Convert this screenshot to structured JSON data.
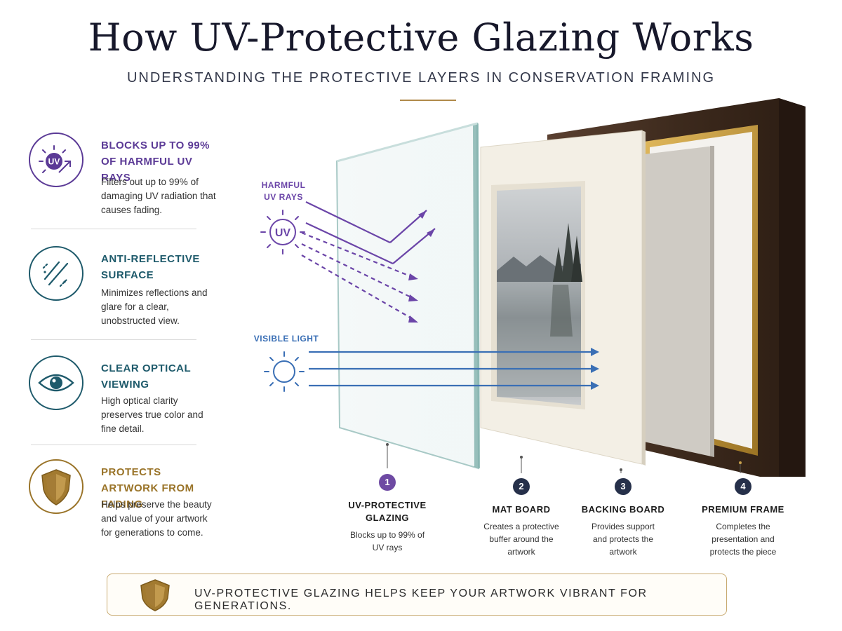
{
  "header": {
    "title": "How UV-Protective Glazing Works",
    "subtitle": "UNDERSTANDING THE PROTECTIVE LAYERS IN CONSERVATION FRAMING"
  },
  "features": [
    {
      "icon": "uv-block-icon",
      "title": "BLOCKS UP TO 99% OF HARMFUL UV RAYS",
      "description": "Filters out up to 99% of damaging UV radiation that causes fading.",
      "color": "#5b3a96"
    },
    {
      "icon": "anti-reflective-icon",
      "title": "ANTI-REFLECTIVE SURFACE",
      "description": "Minimizes reflections and glare for a clear, unobstructed view.",
      "color": "#1e5a6b"
    },
    {
      "icon": "eye-icon",
      "title": "CLEAR OPTICAL VIEWING",
      "description": "High optical clarity preserves true color and fine detail.",
      "color": "#1e5a6b"
    },
    {
      "icon": "shield-icon",
      "title": "PROTECTS ARTWORK FROM FADING",
      "description": "Helps preserve the beauty and value of your artwork for generations to come.",
      "color": "#9a7429"
    }
  ],
  "diagram": {
    "uv_label": "HARMFUL UV RAYS",
    "uv_symbol": "UV",
    "visible_label": "VISIBLE LIGHT"
  },
  "layers": [
    {
      "number": "1",
      "title": "UV-PROTECTIVE GLAZING",
      "description": "Blocks up to 99% of UV rays",
      "color": "#6e4aa3"
    },
    {
      "number": "2",
      "title": "MAT BOARD",
      "description": "Creates a protective buffer around the artwork",
      "color": "#26304a"
    },
    {
      "number": "3",
      "title": "BACKING BOARD",
      "description": "Provides support and protects the artwork",
      "color": "#26304a"
    },
    {
      "number": "4",
      "title": "PREMIUM FRAME",
      "description": "Completes the presentation and protects the piece",
      "color": "#26304a"
    }
  ],
  "banner": {
    "text": "UV-PROTECTIVE GLAZING HELPS KEEP YOUR ARTWORK VIBRANT FOR GENERATIONS.",
    "icon": "shield-icon"
  },
  "colors": {
    "uv": "#6b45a8",
    "visible": "#3a6fb5",
    "gold": "#b08a4a",
    "frame": "#4a3422"
  }
}
